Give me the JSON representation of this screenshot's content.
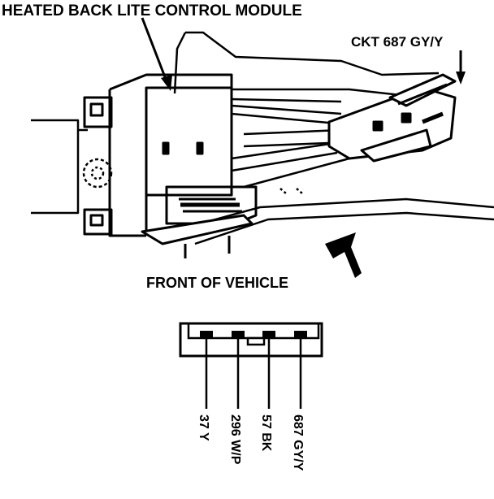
{
  "diagram": {
    "title": "HEATED BACK LITE CONTROL MODULE",
    "circuit_callout": "CKT 687 GY/Y",
    "direction_label": "FRONT OF VEHICLE",
    "connector_pins": [
      {
        "label": "37 Y"
      },
      {
        "label": "296 W/P"
      },
      {
        "label": "57 BK"
      },
      {
        "label": "687 GY/Y"
      }
    ]
  }
}
